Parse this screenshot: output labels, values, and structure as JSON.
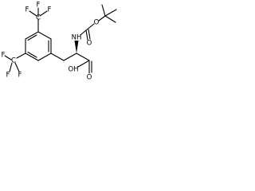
{
  "molecule": {
    "atoms": {
      "cf3_top_carbon": "C",
      "cf3_top_f1": "F",
      "cf3_top_f2": "F",
      "cf3_top_f3": "F",
      "cf3_left_carbon": "C",
      "cf3_left_f1": "F",
      "cf3_left_f2": "F",
      "cf3_left_f3": "F",
      "amine_nh": "NH",
      "carbonyl_o1": "O",
      "carbamate_o": "O",
      "acid_o": "O",
      "acid_oh": "OH"
    },
    "colors": {
      "bond": "#000000",
      "background": "#ffffff"
    }
  }
}
